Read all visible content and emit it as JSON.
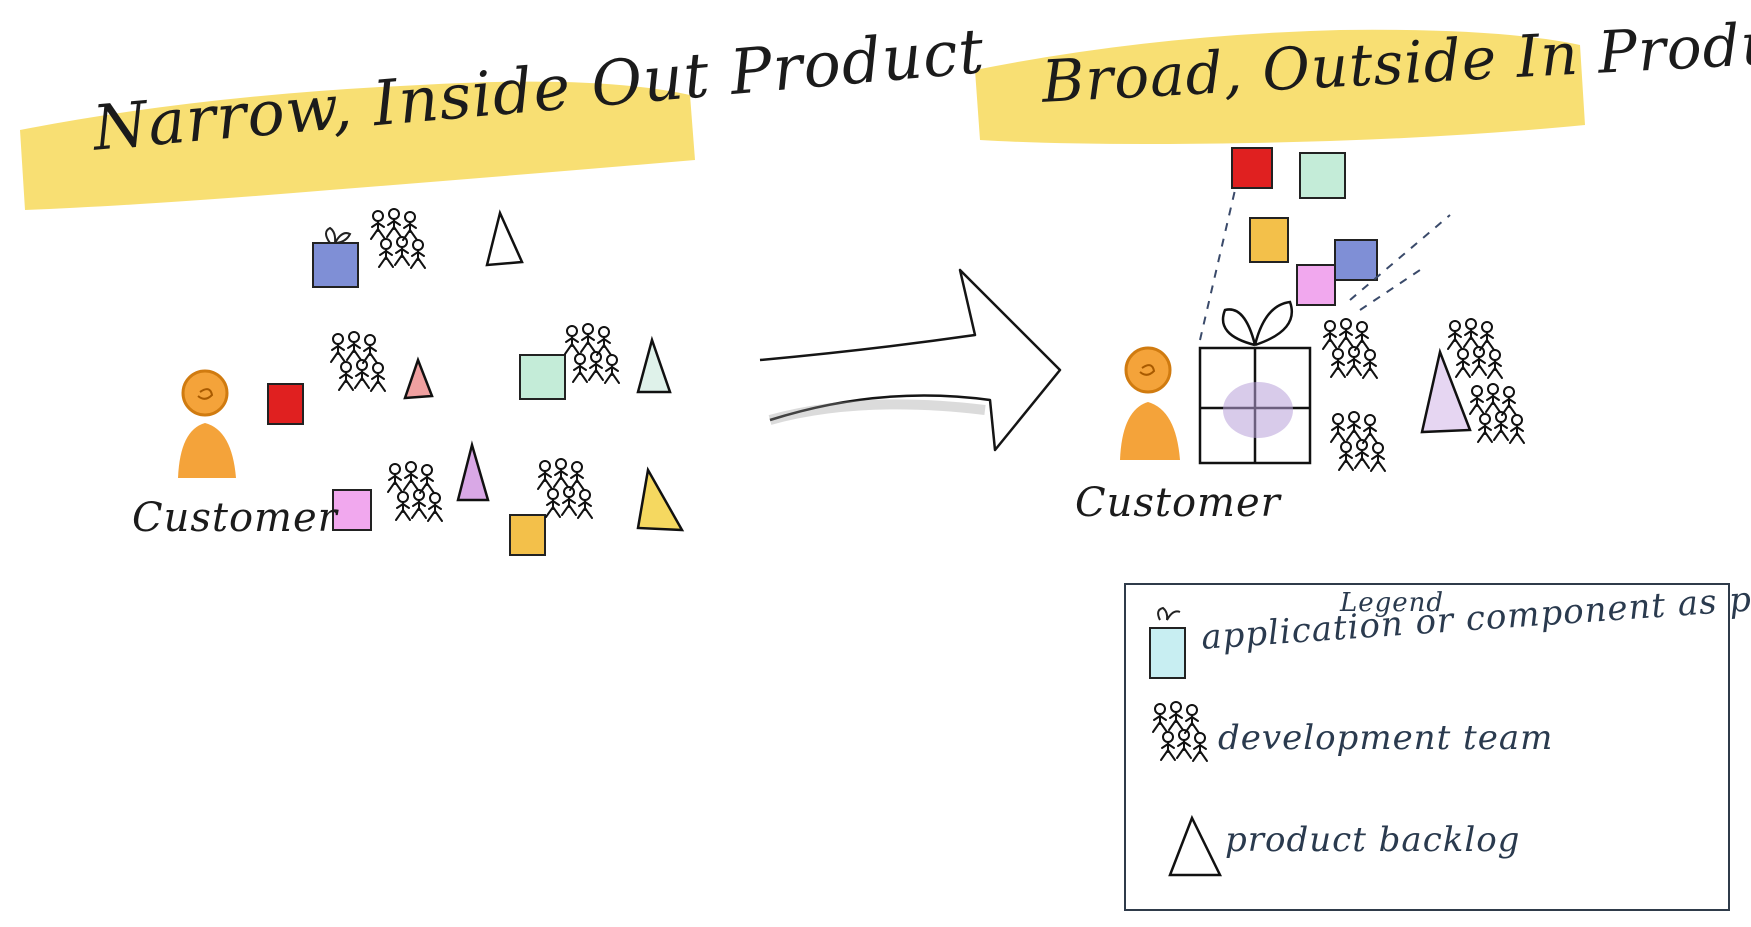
{
  "left_panel": {
    "title": "Narrow, Inside Out Product",
    "customer_label": "Customer"
  },
  "right_panel": {
    "title": "Broad, Outside In Product",
    "customer_label": "Customer"
  },
  "legend": {
    "title": "Legend",
    "items": [
      {
        "icon": "gift-box-icon",
        "label": "application or component as product"
      },
      {
        "icon": "development-team-icon",
        "label": "development team"
      },
      {
        "icon": "product-backlog-icon",
        "label": "product backlog"
      }
    ]
  },
  "colors": {
    "highlight": "#f7d95a",
    "customer": "#f4a33a",
    "blue_box": "#7f8fd6",
    "red_box": "#e02020",
    "green_box": "#c4ecd8",
    "pink_box": "#f1a8ee",
    "yellow_box": "#f3c04a",
    "purple_box": "#b8a0d8"
  }
}
